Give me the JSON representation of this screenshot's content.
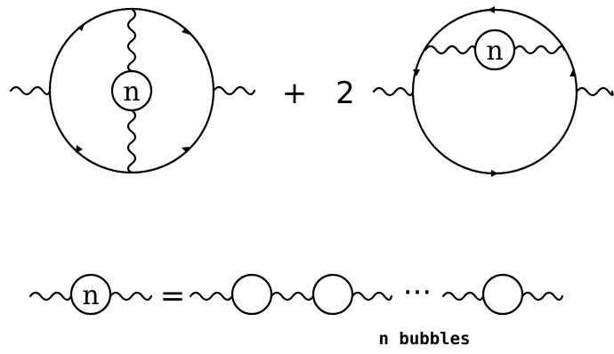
{
  "diagram": {
    "term_one": {
      "insertion_label": "n"
    },
    "operator_plus": "+",
    "coefficient": "2",
    "term_two": {
      "insertion_label": "n"
    },
    "definition": {
      "insertion_label": "n",
      "equals": "=",
      "ellipsis": "···",
      "caption": "n bubbles"
    }
  }
}
